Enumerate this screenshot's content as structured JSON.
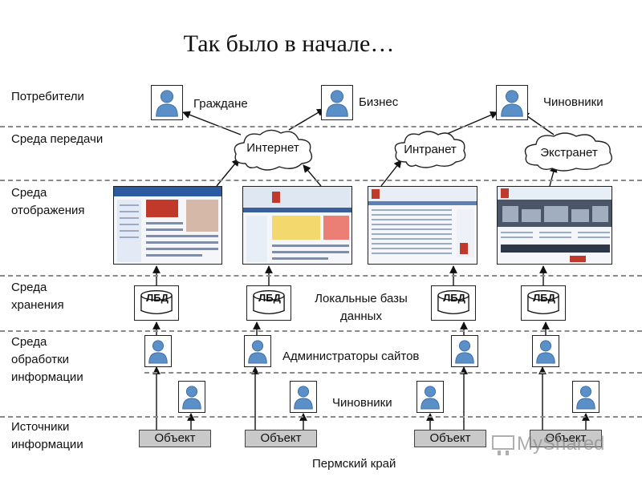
{
  "title": "Так было в начале…",
  "layers": {
    "consumers": "Потребители",
    "transfer": "Среда передачи",
    "display": [
      "Среда",
      "отображения"
    ],
    "storage": [
      "Среда",
      "хранения"
    ],
    "processing": [
      "Среда",
      "обработки",
      "информации"
    ],
    "sources": [
      "Источники",
      "информации"
    ]
  },
  "consumers": {
    "citizens": "Граждане",
    "business": "Бизнес",
    "officials": "Чиновники"
  },
  "networks": {
    "internet": "Интернет",
    "intranet": "Интранет",
    "extranet": "Экстранет"
  },
  "db_label": "ЛБД",
  "db_caption": [
    "Локальные базы",
    "данных"
  ],
  "admins_caption": "Администраторы сайтов",
  "officials_caption": "Чиновники",
  "object_label": "Объект",
  "region": "Пермский край",
  "watermark": "MyShared",
  "colors": {
    "person": "#5b8fc7",
    "person_dark": "#3f6ea3",
    "object": "#c9c9c9",
    "dash": "#8a8a8a"
  }
}
